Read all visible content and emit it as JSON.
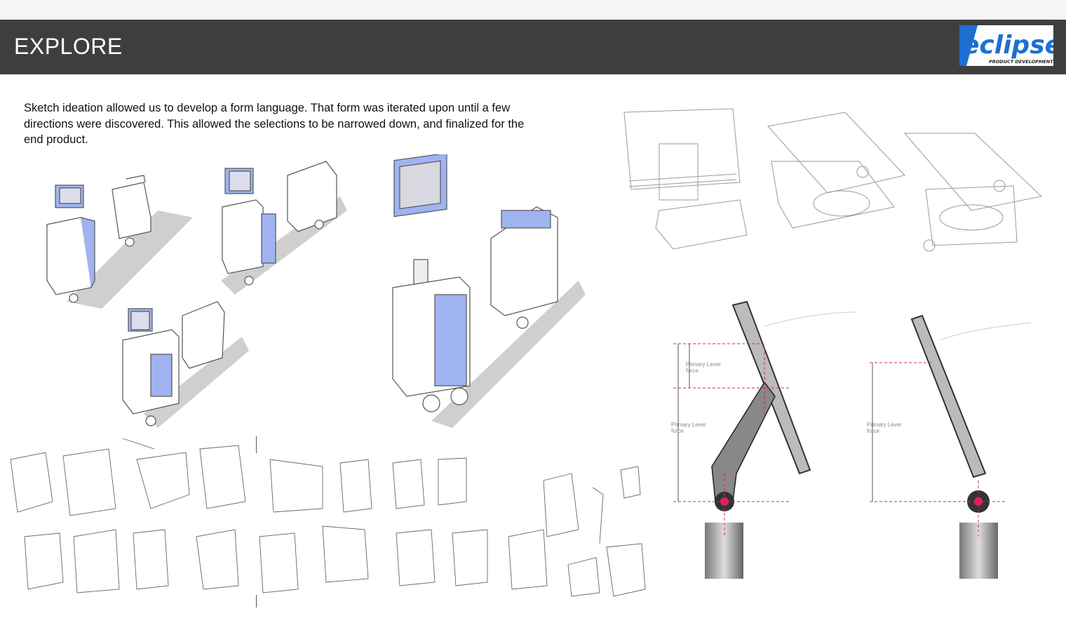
{
  "header": {
    "title": "EXPLORE",
    "logo_text": "eclipse",
    "logo_subtext": "PRODUCT DEVELOPMENT"
  },
  "intro": {
    "paragraph": "Sketch ideation allowed us to develop a form language.  That form was iterated upon until a few directions were discovered. This allowed the selections to be narrowed down, and finalized for the end product."
  },
  "diagrams": {
    "left": {
      "label_top": "Primary Lever force",
      "label_bottom": "Primary Lever force"
    },
    "right": {
      "label": "Primary Lever force"
    }
  },
  "colors": {
    "header_bg": "#3e3e3e",
    "accent_blue": "#9fb3f0",
    "logo_blue": "#1e6fd1",
    "marker_red": "#e0205a"
  }
}
